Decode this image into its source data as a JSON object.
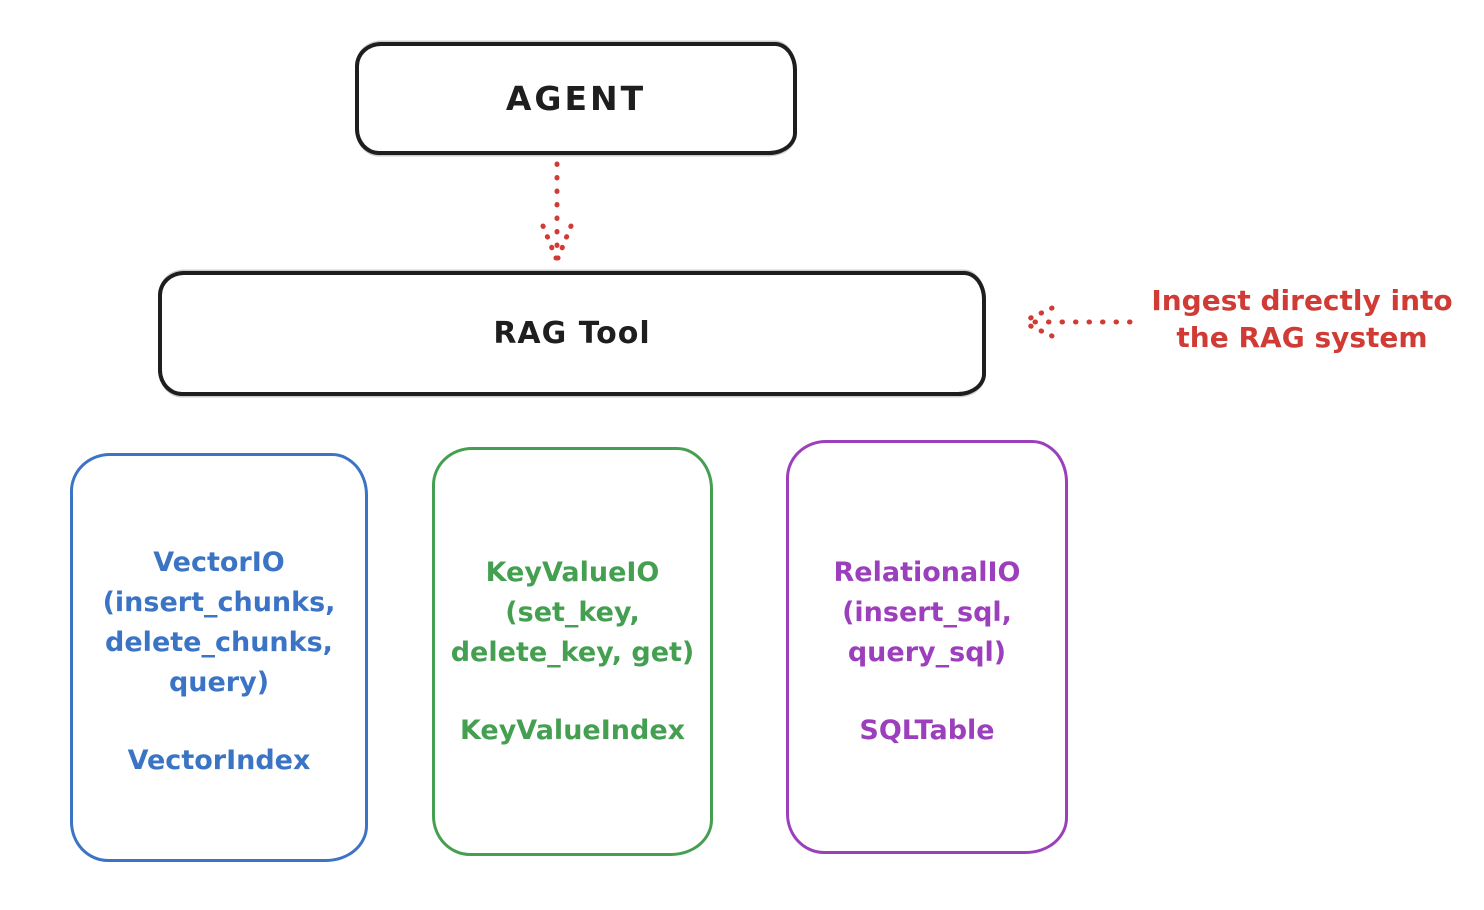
{
  "agent_box": {
    "label": "AGENT",
    "stroke_color": "#1e1e1e"
  },
  "rag_tool_box": {
    "label": "RAG Tool",
    "stroke_color": "#1e1e1e"
  },
  "arrows": {
    "agent_to_rag": {
      "style": "dotted",
      "direction": "down",
      "color": "#d03b35"
    },
    "ingest_to_rag": {
      "style": "dotted",
      "direction": "left",
      "color": "#d03b35"
    }
  },
  "annotation": {
    "line1": "Ingest directly into",
    "line2": "the RAG system",
    "color": "#d03b35"
  },
  "io_boxes": [
    {
      "name": "VectorIO",
      "methods": [
        "(insert_chunks,",
        "delete_chunks,",
        "query)"
      ],
      "index_label": "VectorIndex",
      "color": "#3b74c4"
    },
    {
      "name": "KeyValueIO",
      "methods": [
        "(set_key,",
        "delete_key, get)"
      ],
      "index_label": "KeyValueIndex",
      "color": "#44a050"
    },
    {
      "name": "RelationalIO",
      "methods": [
        "(insert_sql,",
        "query_sql)"
      ],
      "index_label": "SQLTable",
      "color": "#9c3fbc"
    }
  ]
}
